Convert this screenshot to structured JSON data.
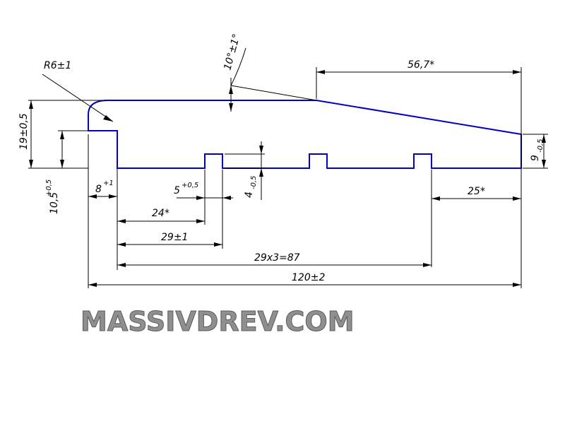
{
  "colors": {
    "profile": "#0000c8",
    "dimension": "#000000",
    "watermark": "#8f8f8f"
  },
  "dimensions": {
    "radius": "R6±1",
    "angle": "10°±1°",
    "slope_len": "56,7*",
    "height_total": "19±0,5",
    "height_lower_main": "10,5",
    "height_lower_tol": "+0,5",
    "step_main": "8",
    "step_tol": "+1",
    "groove_w_main": "5",
    "groove_w_tol": "+0,5",
    "groove_d_main": "4",
    "groove_d_tol": "-0,5",
    "first_groove": "24*",
    "groove_pitch": "29±1",
    "pitch_total": "29x3=87",
    "total_width": "120±2",
    "end_height_main": "9",
    "end_height_tol": "-0,5",
    "end_len": "25*"
  },
  "watermark": "MASSIVDREV.COM"
}
